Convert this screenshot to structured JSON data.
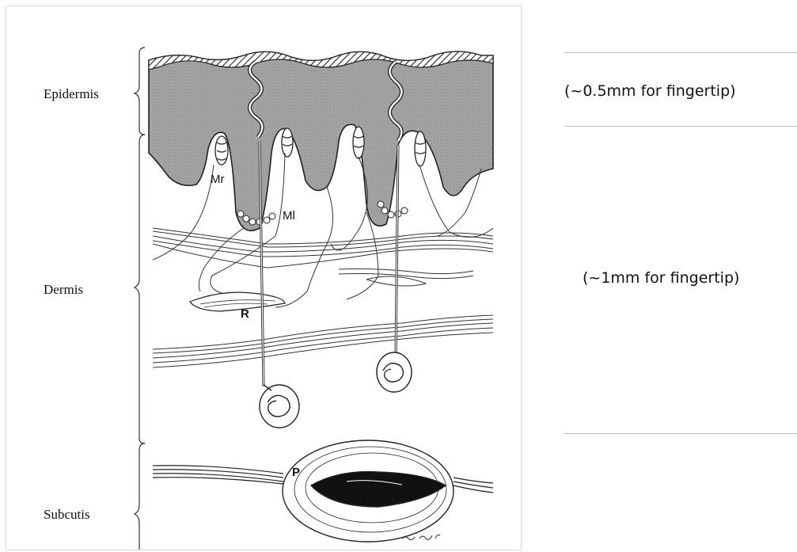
{
  "figure": {
    "layer_labels": {
      "epidermis": "Epidermis",
      "dermis": "Dermis",
      "subcutis": "Subcutis"
    },
    "receptor_labels": {
      "meissner_r": "Mr",
      "merkel_l": "Ml",
      "ruffini": "R",
      "pacinian": "P"
    }
  },
  "annotations": {
    "epidermis_thickness": "(~0.5mm for fingertip)",
    "dermis_thickness": "(~1mm for fingertip)"
  },
  "colors": {
    "epidermis_fill": "#a8a8a8",
    "ink": "#1a1a1a",
    "rule": "#bdbdbd"
  }
}
